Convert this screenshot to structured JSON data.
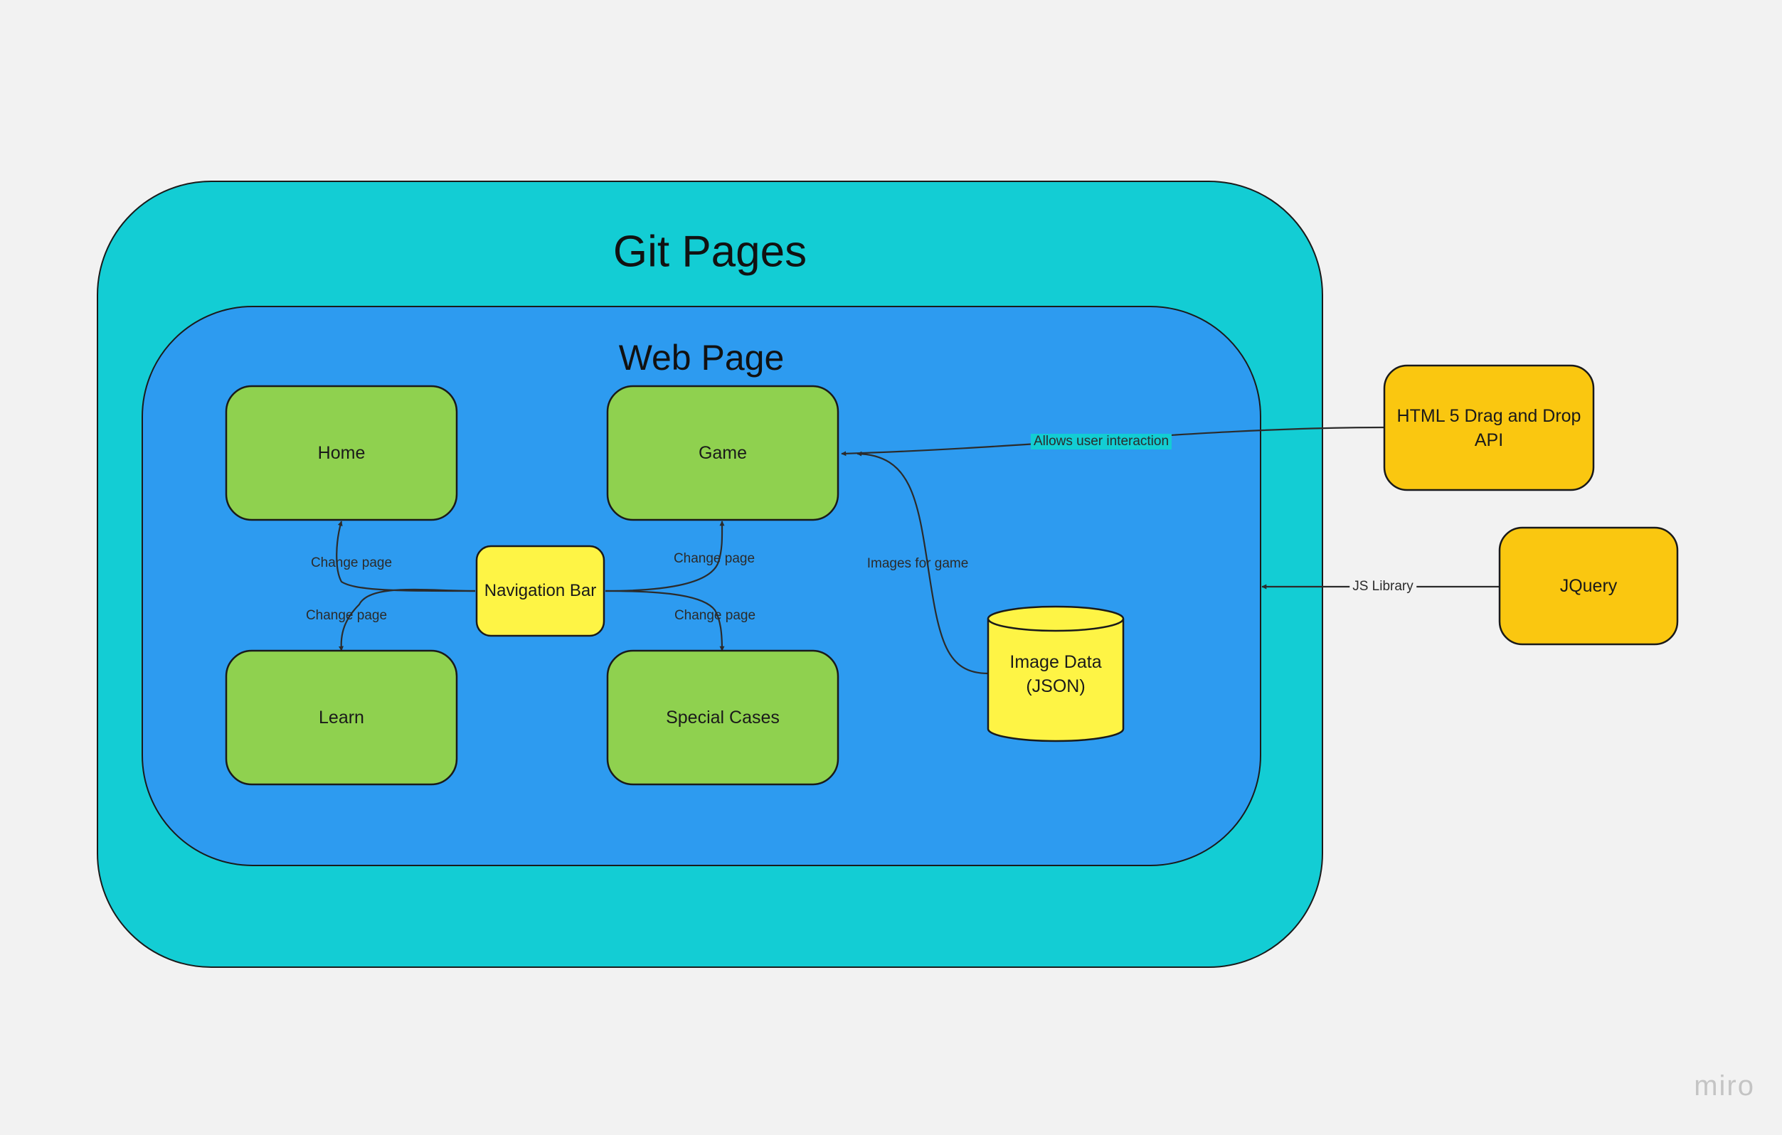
{
  "git_pages": {
    "title": "Git Pages"
  },
  "web_page": {
    "title": "Web Page"
  },
  "nodes": {
    "home": "Home",
    "game": "Game",
    "learn": "Learn",
    "special_cases": "Special Cases",
    "navigation_bar": "Navigation Bar",
    "image_data": "Image Data (JSON)",
    "drag_drop": "HTML 5 Drag and Drop API",
    "jquery": "JQuery"
  },
  "edges": {
    "nav_home": "Change page",
    "nav_learn": "Change page",
    "nav_game": "Change page",
    "nav_special": "Change page",
    "images_for_game": "Images for game",
    "allows_interaction": "Allows user interaction",
    "js_library": "JS Library"
  },
  "colors": {
    "background": "#f2f2f2",
    "git_pages_fill": "#13cdd4",
    "web_page_fill": "#2d9bf0",
    "page_box_fill": "#8fd14f",
    "highlight_fill": "#fef445",
    "external_fill": "#fac710",
    "stroke": "#1a1a1a"
  },
  "watermark": "miro"
}
